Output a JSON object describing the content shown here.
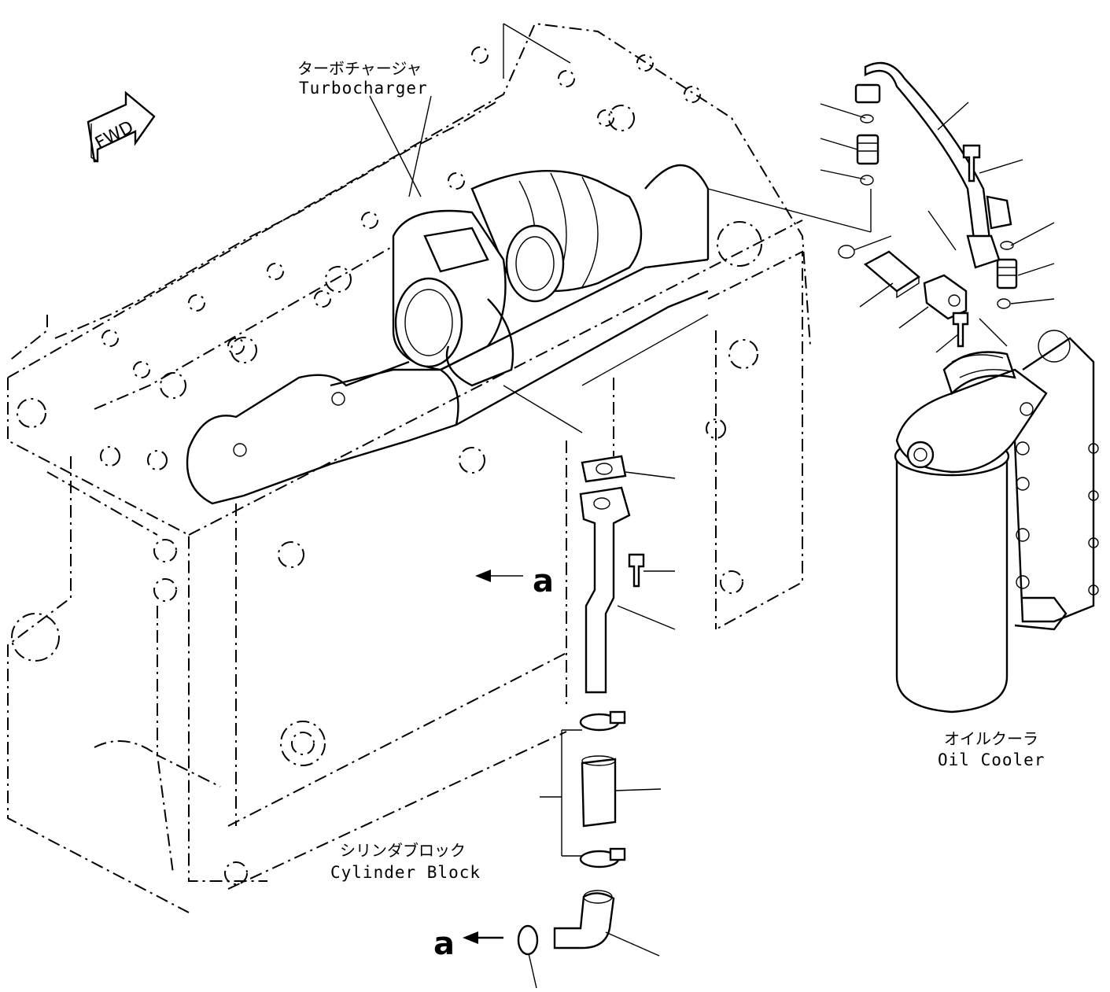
{
  "labels": {
    "turbocharger_jp": "ターボチャージャ",
    "turbocharger_en": "Turbocharger",
    "oil_cooler_jp": "オイルクーラ",
    "oil_cooler_en": "Oil Cooler",
    "cylinder_block_jp": "シリンダブロック",
    "cylinder_block_en": "Cylinder Block",
    "fwd": "FWD",
    "ref_a_right": "a",
    "ref_a_bottom": "a"
  },
  "icons": {
    "fwd_arrow": "fwd-arrow-icon",
    "ref_arrow": "arrow-left-icon"
  },
  "colors": {
    "line": "#000000",
    "background": "#ffffff"
  }
}
